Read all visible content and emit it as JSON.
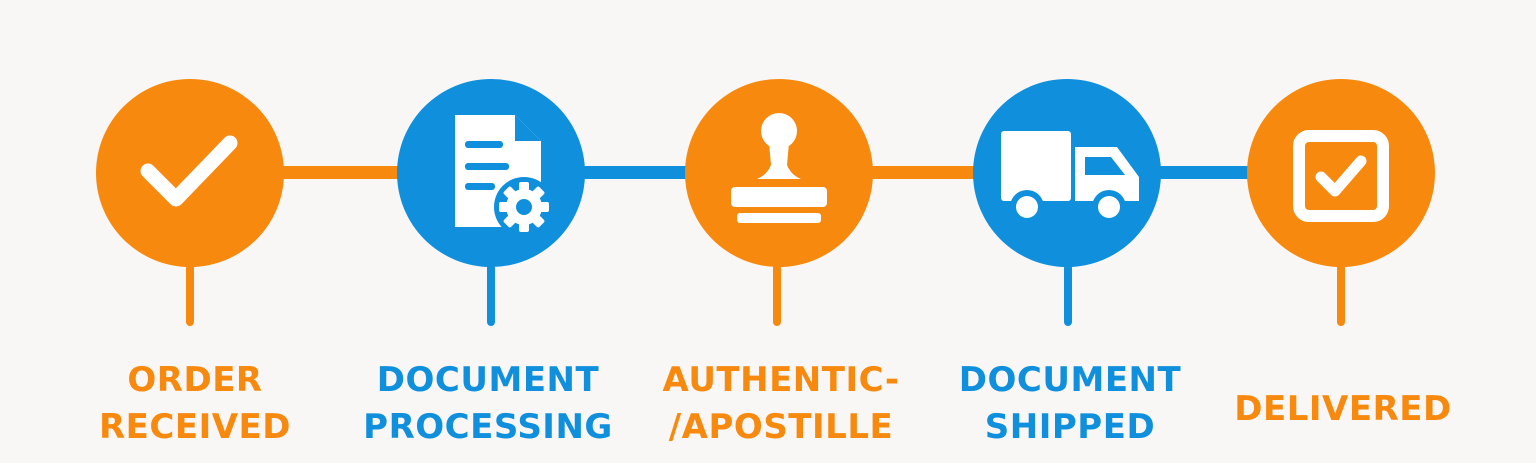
{
  "colors": {
    "orange": "#f7890f",
    "blue": "#0f8fdc",
    "background": "#f8f7f5",
    "icon": "#ffffff"
  },
  "steps": [
    {
      "icon": "checkmark-icon",
      "color": "orange",
      "label_lines": [
        "ORDER",
        "RECEIVED"
      ]
    },
    {
      "icon": "document-gear-icon",
      "color": "blue",
      "label_lines": [
        "DOCUMENT",
        "PROCESSING"
      ]
    },
    {
      "icon": "stamp-icon",
      "color": "orange",
      "label_lines": [
        "AUTHENTIC-",
        "/APOSTILLE"
      ]
    },
    {
      "icon": "truck-icon",
      "color": "blue",
      "label_lines": [
        "DOCUMENT",
        "SHIPPED"
      ]
    },
    {
      "icon": "checkbox-icon",
      "color": "orange",
      "label_lines": [
        "DELIVERED"
      ]
    }
  ],
  "connectors": [
    {
      "color": "orange"
    },
    {
      "color": "blue"
    },
    {
      "color": "orange"
    },
    {
      "color": "blue"
    }
  ]
}
